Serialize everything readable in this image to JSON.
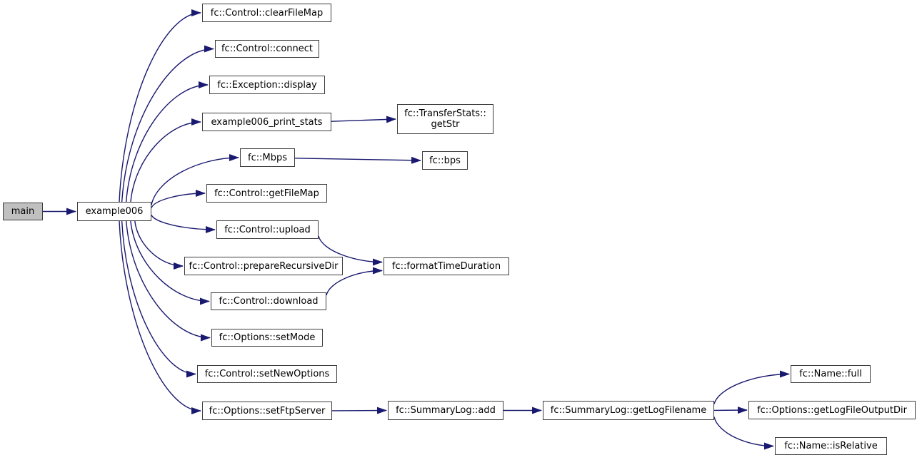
{
  "diagram": {
    "kind": "call-graph",
    "colors": {
      "edge": "#191970",
      "node_border": "#3d3d3d",
      "node_fill": "#ffffff",
      "highlight_fill": "#c0c0c0",
      "text": "#000000",
      "background": "#ffffff"
    },
    "nodes": [
      {
        "id": "main",
        "label": "main",
        "highlighted": true
      },
      {
        "id": "example006",
        "label": "example006"
      },
      {
        "id": "clear_file_map",
        "label": "fc::Control::clearFileMap"
      },
      {
        "id": "connect",
        "label": "fc::Control::connect"
      },
      {
        "id": "display",
        "label": "fc::Exception::display"
      },
      {
        "id": "print_stats",
        "label": "example006_print_stats"
      },
      {
        "id": "get_str",
        "label": "fc::TransferStats::getStr",
        "label_lines": [
          "fc::TransferStats::",
          "getStr"
        ]
      },
      {
        "id": "mbps",
        "label": "fc::Mbps"
      },
      {
        "id": "bps",
        "label": "fc::bps"
      },
      {
        "id": "get_file_map",
        "label": "fc::Control::getFileMap"
      },
      {
        "id": "upload",
        "label": "fc::Control::upload"
      },
      {
        "id": "prepare_recursive_dir",
        "label": "fc::Control::prepareRecursiveDir"
      },
      {
        "id": "format_time_duration",
        "label": "fc::formatTimeDuration"
      },
      {
        "id": "download",
        "label": "fc::Control::download"
      },
      {
        "id": "set_mode",
        "label": "fc::Options::setMode"
      },
      {
        "id": "set_new_options",
        "label": "fc::Control::setNewOptions"
      },
      {
        "id": "set_ftp_server",
        "label": "fc::Options::setFtpServer"
      },
      {
        "id": "summary_log_add",
        "label": "fc::SummaryLog::add"
      },
      {
        "id": "get_log_filename",
        "label": "fc::SummaryLog::getLogFilename"
      },
      {
        "id": "name_full",
        "label": "fc::Name::full"
      },
      {
        "id": "get_log_file_output_dir",
        "label": "fc::Options::getLogFileOutputDir"
      },
      {
        "id": "is_relative",
        "label": "fc::Name::isRelative"
      }
    ],
    "edges": [
      {
        "from": "main",
        "to": "example006"
      },
      {
        "from": "example006",
        "to": "clear_file_map"
      },
      {
        "from": "example006",
        "to": "connect"
      },
      {
        "from": "example006",
        "to": "display"
      },
      {
        "from": "example006",
        "to": "print_stats"
      },
      {
        "from": "example006",
        "to": "mbps"
      },
      {
        "from": "example006",
        "to": "get_file_map"
      },
      {
        "from": "example006",
        "to": "upload"
      },
      {
        "from": "example006",
        "to": "prepare_recursive_dir"
      },
      {
        "from": "example006",
        "to": "download"
      },
      {
        "from": "example006",
        "to": "set_mode"
      },
      {
        "from": "example006",
        "to": "set_new_options"
      },
      {
        "from": "example006",
        "to": "set_ftp_server"
      },
      {
        "from": "print_stats",
        "to": "get_str"
      },
      {
        "from": "mbps",
        "to": "bps"
      },
      {
        "from": "upload",
        "to": "format_time_duration"
      },
      {
        "from": "download",
        "to": "format_time_duration"
      },
      {
        "from": "set_ftp_server",
        "to": "summary_log_add"
      },
      {
        "from": "summary_log_add",
        "to": "get_log_filename"
      },
      {
        "from": "get_log_filename",
        "to": "name_full"
      },
      {
        "from": "get_log_filename",
        "to": "get_log_file_output_dir"
      },
      {
        "from": "get_log_filename",
        "to": "is_relative"
      }
    ]
  }
}
